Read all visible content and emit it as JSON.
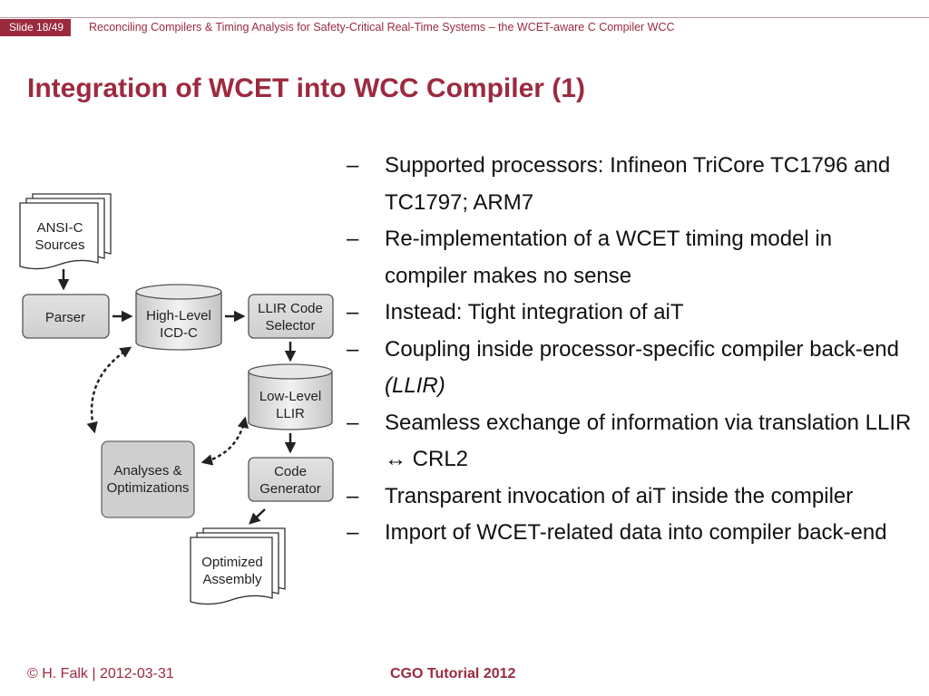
{
  "header": {
    "slide_counter": "Slide 18/49",
    "presentation_title": "Reconciling Compilers & Timing Analysis for Safety-Critical Real-Time Systems – the WCET-aware C Compiler WCC"
  },
  "title": "Integration of WCET into WCC Compiler (1)",
  "diagram": {
    "ansi_sources": [
      "ANSI-C",
      "Sources"
    ],
    "parser": "Parser",
    "high_level": [
      "High-Level",
      "ICD-C"
    ],
    "llir_selector": [
      "LLIR Code",
      "Selector"
    ],
    "low_level": [
      "Low-Level",
      "LLIR"
    ],
    "analyses": [
      "Analyses &",
      "Optimizations"
    ],
    "code_generator": [
      "Code",
      "Generator"
    ],
    "optimized_assembly": [
      "Optimized",
      "Assembly"
    ]
  },
  "bullets": {
    "dash": "–",
    "items": [
      {
        "text": "Supported processors: Infineon TriCore TC1796 and TC1797; ARM7"
      },
      {
        "text": "Re-implementation of a WCET timing model in compiler makes no sense"
      },
      {
        "text": "Instead: Tight integration of aiT"
      },
      {
        "text_before": "Coupling inside processor-specific compiler back-end ",
        "text_italic": "(LLIR)"
      },
      {
        "text_before": "Seamless exchange of information via translation LLIR ",
        "symbol": "↔",
        "text_after": " CRL2"
      },
      {
        "text": "Transparent invocation of aiT inside the compiler"
      },
      {
        "text": "Import of WCET-related data into compiler back-end"
      }
    ]
  },
  "footer": {
    "left": "© H. Falk | 2012-03-31",
    "center": "CGO Tutorial 2012"
  },
  "colors": {
    "accent": "#9c2a3f",
    "box_fill": "#dcdcdc",
    "box_stroke": "#555555"
  }
}
